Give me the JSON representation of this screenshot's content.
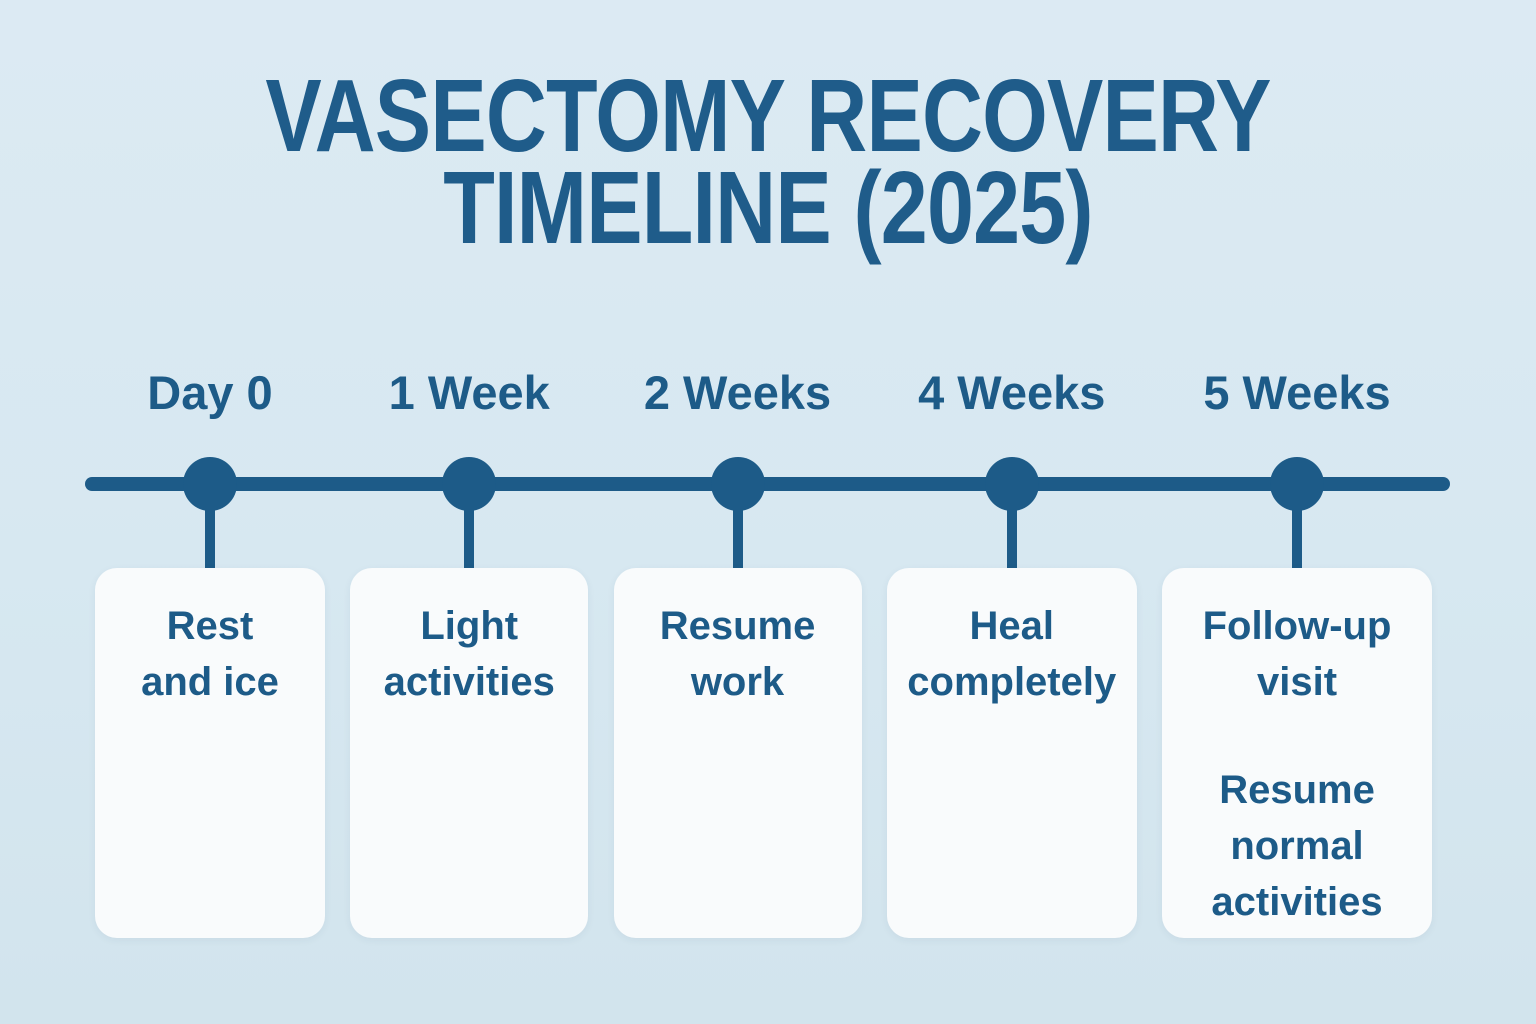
{
  "title": {
    "line1": "VASECTOMY RECOVERY",
    "line2": "TIMELINE (2025)"
  },
  "timeline": {
    "milestones": [
      {
        "label": "Day 0",
        "card_paragraphs": [
          "Rest\nand ice"
        ]
      },
      {
        "label": "1 Week",
        "card_paragraphs": [
          "Light\nactivities"
        ]
      },
      {
        "label": "2 Weeks",
        "card_paragraphs": [
          "Resume\nwork"
        ]
      },
      {
        "label": "4 Weeks",
        "card_paragraphs": [
          "Heal\ncompletely"
        ]
      },
      {
        "label": "5 Weeks",
        "card_paragraphs": [
          "Follow-up\nvisit",
          "Resume\nnormal\nactivities"
        ]
      }
    ]
  },
  "colors": {
    "ink": "#1d5b88",
    "title": "#1f5c8a",
    "axis": "#1d5b88",
    "card_bg": "#f9fbfc",
    "background_top": "#dceaf3",
    "background_bottom": "#d2e4ed"
  }
}
